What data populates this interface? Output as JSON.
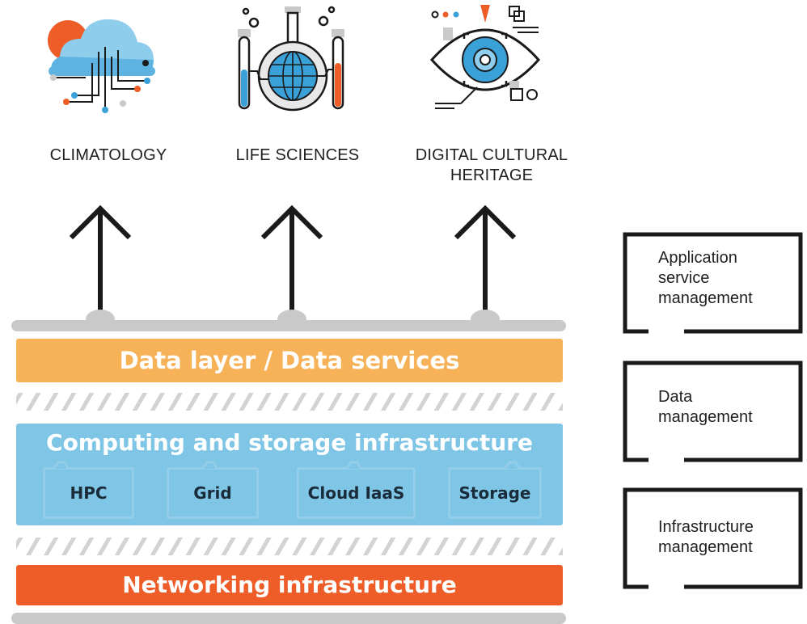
{
  "domains": [
    {
      "label": "CLIMATOLOGY",
      "icon": "cloud-network-icon"
    },
    {
      "label": "LIFE SCIENCES",
      "icon": "lab-flask-globe-icon"
    },
    {
      "label": "DIGITAL CULTURAL\nHERITAGE",
      "icon": "eye-scan-icon"
    }
  ],
  "layers": {
    "data": "Data layer / Data services",
    "computing": "Computing and storage infrastructure",
    "services": [
      "HPC",
      "Grid",
      "Cloud IaaS",
      "Storage"
    ],
    "networking": "Networking infrastructure"
  },
  "management": [
    {
      "label": "Application\nservice\nmanagement"
    },
    {
      "label": "Data\nmanagement"
    },
    {
      "label": "Infrastructure\nmanagement"
    }
  ],
  "colors": {
    "data_layer": "#f7b257",
    "computing": "#7fc6e6",
    "networking": "#ee5c27",
    "rail": "#c9c9c9",
    "accent_blue": "#3aa0d8",
    "accent_orange": "#ee5c27"
  }
}
